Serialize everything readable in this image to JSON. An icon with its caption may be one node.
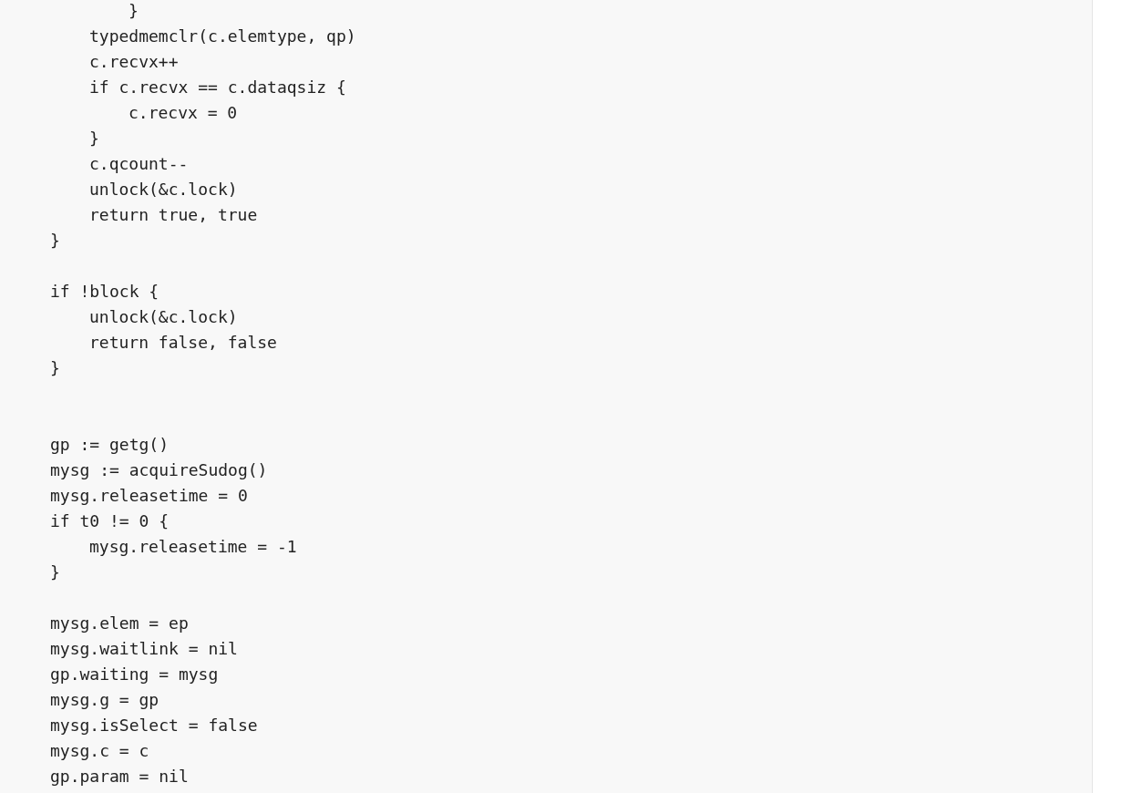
{
  "diagram": {
    "labels": [
      "}",
      "typedmemclr(c.elemtype, qp)",
      "c.recvx++",
      "if c.recvx == c.dataqsiz {",
      "c.recvx = 0",
      "}",
      "c.qcount--",
      "unlock(&c.lock)",
      "return true, true",
      "}",
      "if !block {",
      "unlock(&c.lock)",
      "return false, false",
      "}",
      "gp := getg()",
      "mysg := acquireSudog()",
      "mysg.releasetime = 0",
      "if t0 != 0 {",
      "mysg.releasetime = -1",
      "}",
      "mysg.elem = ep",
      "mysg.waitlink = nil",
      "gp.waiting = mysg",
      "mysg.g = gp",
      "mysg.isSelect = false",
      "mysg.c = c",
      "gp.param = nil"
    ]
  }
}
